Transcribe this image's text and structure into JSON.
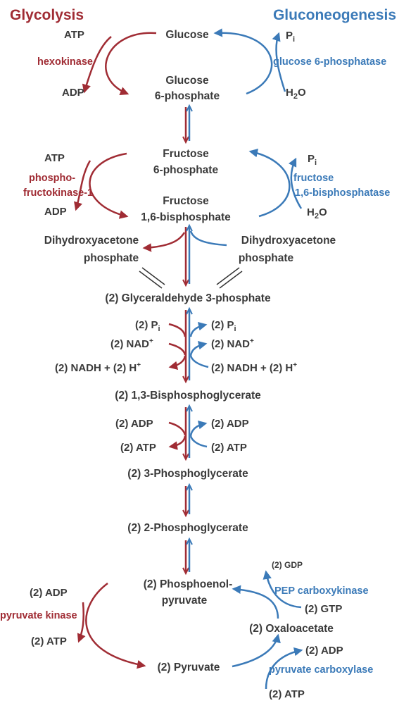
{
  "colors": {
    "glycolysis": "#a02c34",
    "gluconeogenesis": "#3b7ab8",
    "text": "#3a3a3a",
    "neutral": "#333333"
  },
  "titles": {
    "glycolysis": "Glycolysis",
    "gluconeogenesis": "Gluconeogenesis"
  },
  "metabolites": {
    "glucose": "Glucose",
    "g6p_1": "Glucose",
    "g6p_2": "6-phosphate",
    "f6p_1": "Fructose",
    "f6p_2": "6-phosphate",
    "f16bp_1": "Fructose",
    "f16bp_2": "1,6-bisphosphate",
    "dhap_1": "Dihydroxyacetone",
    "dhap_2": "phosphate",
    "gap": "(2) Glyceraldehyde 3-phosphate",
    "bpg": "(2) 1,3-Bisphosphoglycerate",
    "pg3": "(2) 3-Phosphoglycerate",
    "pg2": "(2) 2-Phosphoglycerate",
    "pep_1": "(2) Phosphoenol-",
    "pep_2": "pyruvate",
    "oaa": "(2) Oxaloacetate",
    "pyruvate": "(2) Pyruvate"
  },
  "enzymes": {
    "hexokinase": "hexokinase",
    "g6pase": "glucose 6-phosphatase",
    "pfk_1": "phospho-",
    "pfk_2": "fructokinase-1",
    "fbpase_1": "fructose",
    "fbpase_2": "1,6-bisphosphatase",
    "pepck": "PEP carboxykinase",
    "pyk": "pyruvate kinase",
    "pc": "pyruvate carboxylase"
  },
  "cofactors": {
    "atp": "ATP",
    "adp": "ADP",
    "p": "P",
    "i": "i",
    "h2o_h": "H",
    "h2o_2": "2",
    "h2o_o": "O",
    "two_p": "(2) P",
    "two_nad": "(2) NAD",
    "two_nadh": "(2) NADH + (2) H",
    "plus": "+",
    "two_adp": "(2) ADP",
    "two_atp": "(2) ATP",
    "two_gdp": "(2) GDP",
    "two_gtp": "(2) GTP"
  }
}
